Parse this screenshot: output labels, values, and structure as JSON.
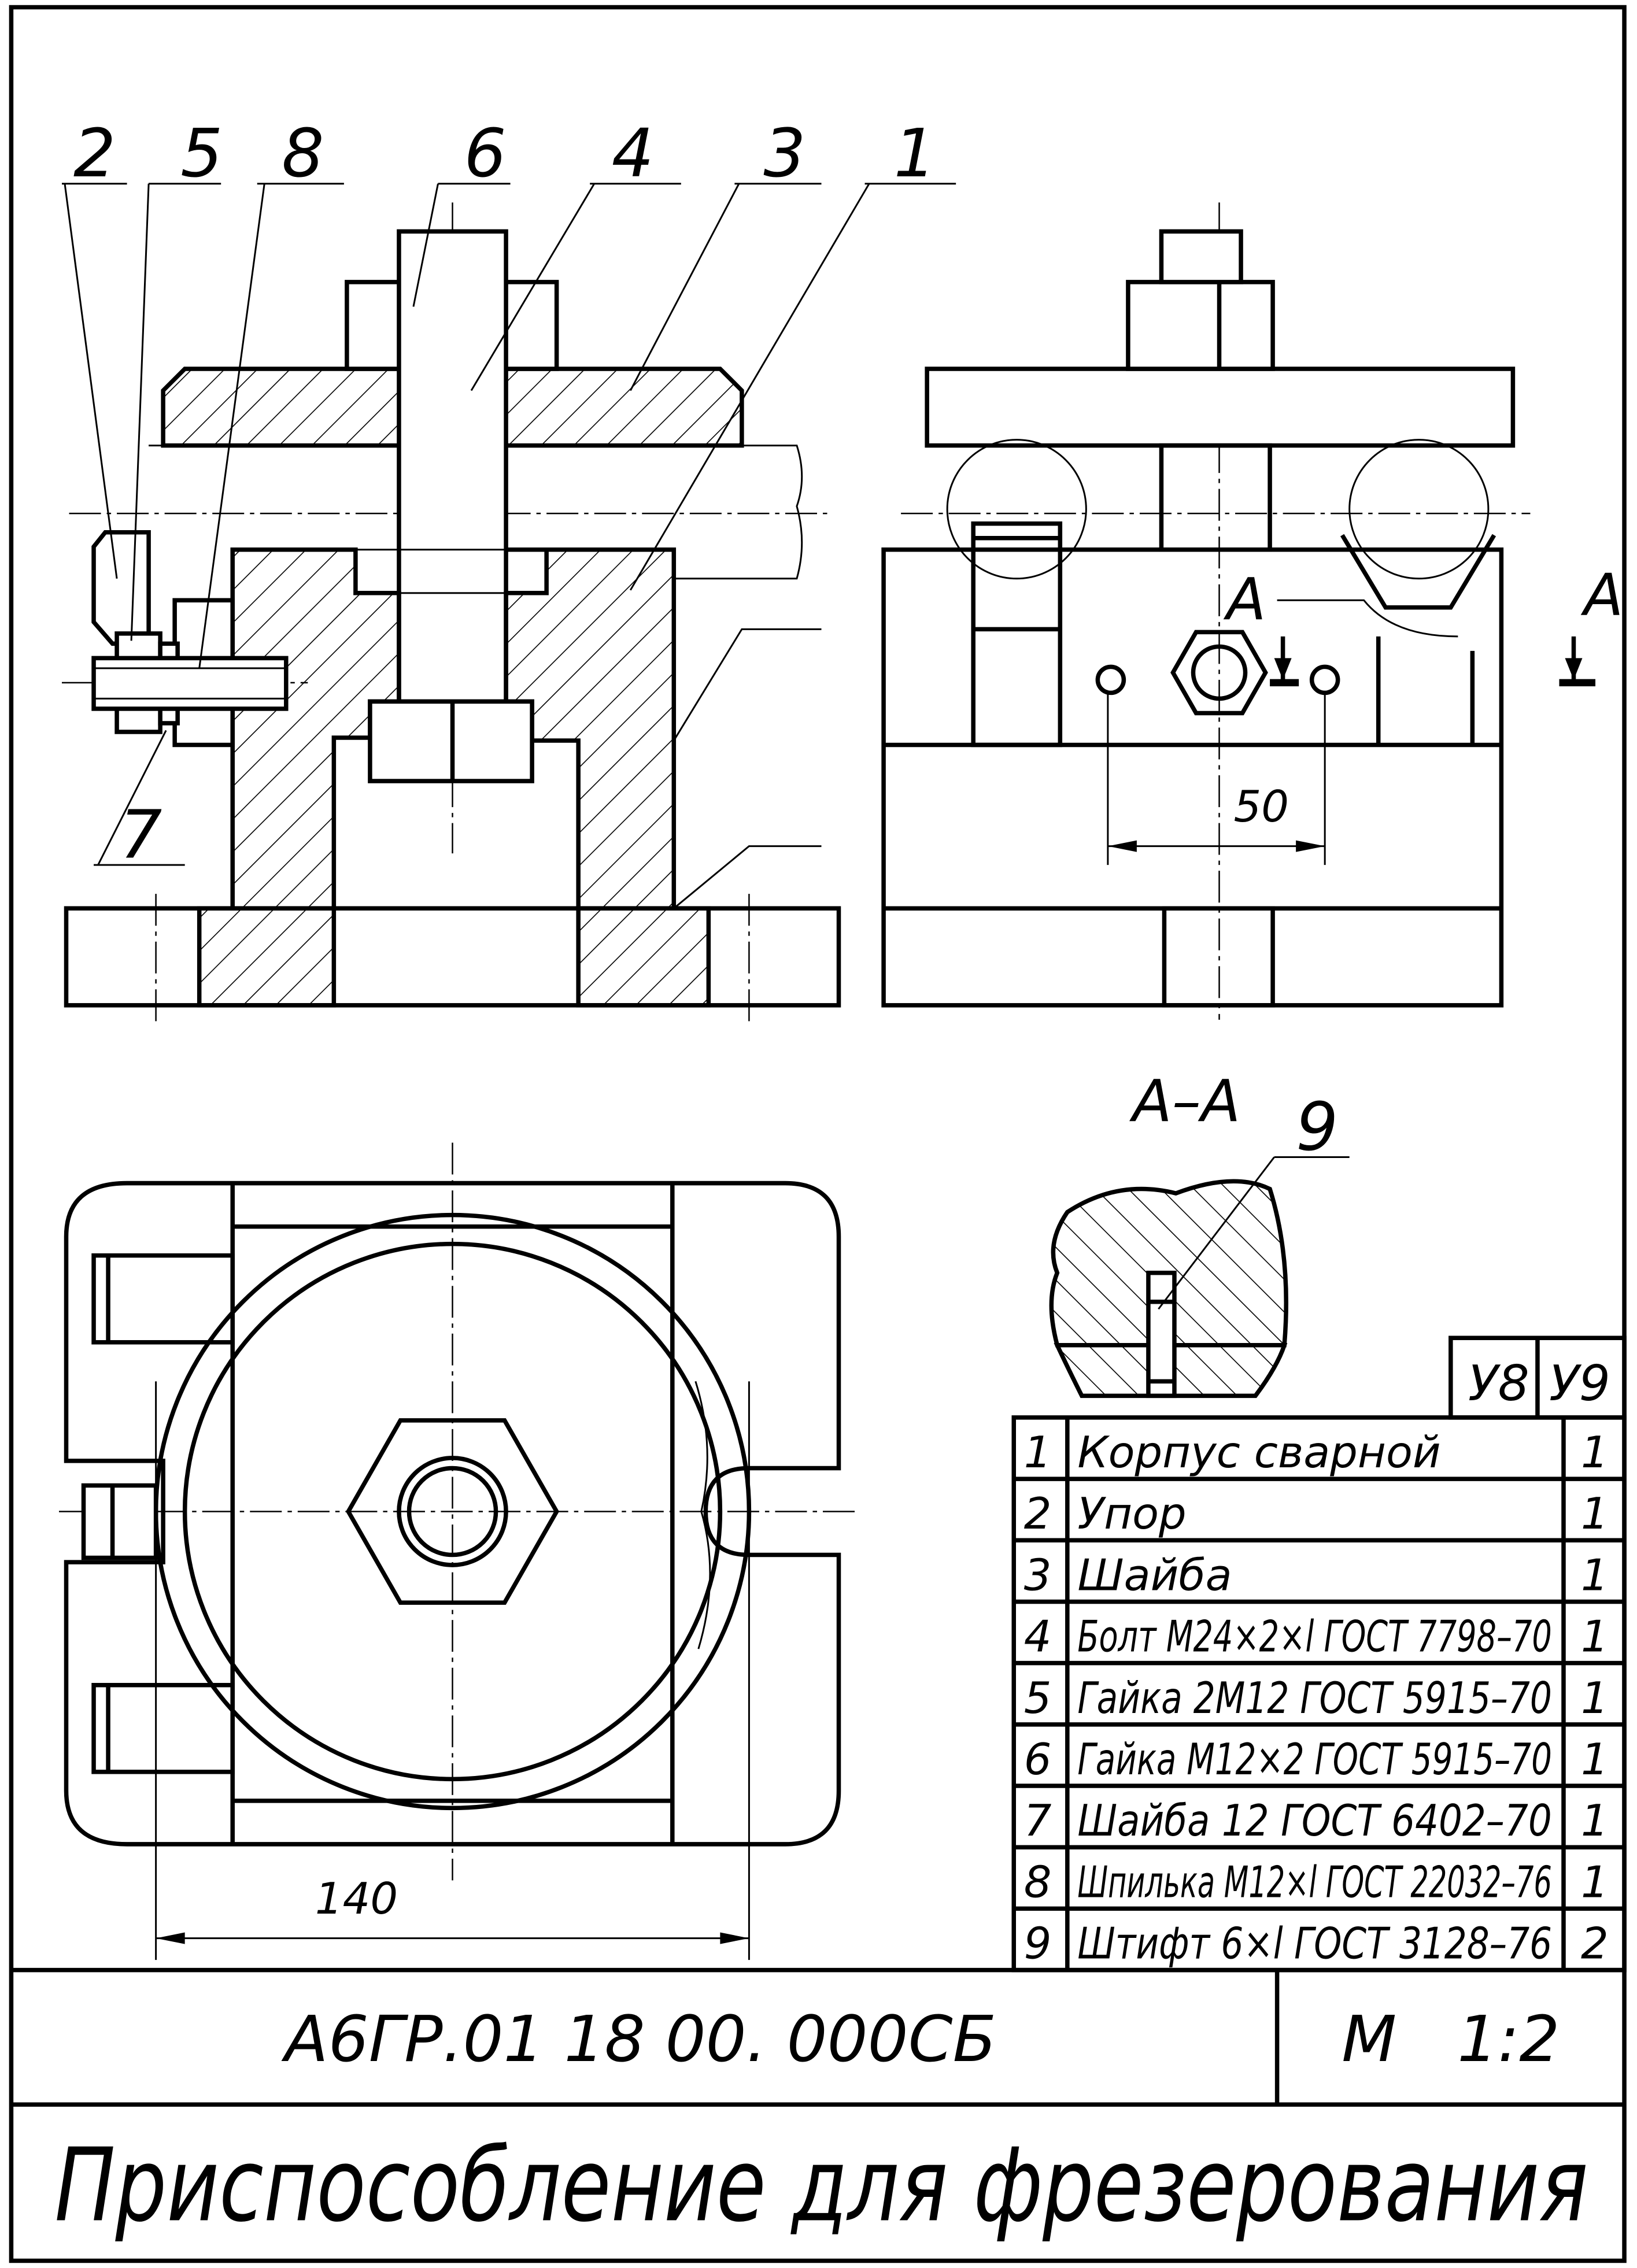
{
  "leaders": {
    "front_view": [
      "2",
      "5",
      "8",
      "6",
      "4",
      "3",
      "1",
      "7"
    ],
    "section_mark": "А",
    "detail_part": "9"
  },
  "section": {
    "title": "А–А"
  },
  "dimensions": {
    "hole_spacing": "50",
    "overall_width": "140"
  },
  "spec_table": {
    "header": [
      "У8",
      "У9"
    ],
    "rows": [
      {
        "pos": "1",
        "name": "Корпус сварной",
        "qty": "1"
      },
      {
        "pos": "2",
        "name": "Упор",
        "qty": "1"
      },
      {
        "pos": "3",
        "name": "Шайба",
        "qty": "1"
      },
      {
        "pos": "4",
        "name": "Болт М24×2×l ГОСТ 7798–70",
        "qty": "1"
      },
      {
        "pos": "5",
        "name": "Гайка 2М12 ГОСТ 5915–70",
        "qty": "1"
      },
      {
        "pos": "6",
        "name": "Гайка М12×2 ГОСТ 5915–70",
        "qty": "1"
      },
      {
        "pos": "7",
        "name": "Шайба 12 ГОСТ 6402–70",
        "qty": "1"
      },
      {
        "pos": "8",
        "name": "Шпилька М12×l ГОСТ 22032–76",
        "qty": "1"
      },
      {
        "pos": "9",
        "name": "Штифт 6×l ГОСТ 3128–76",
        "qty": "2"
      }
    ]
  },
  "title_block": {
    "designation": "А6ГР.01 18 00. 000СБ",
    "scale": "М   1:2",
    "title": "Приспособление для фрезерования"
  }
}
